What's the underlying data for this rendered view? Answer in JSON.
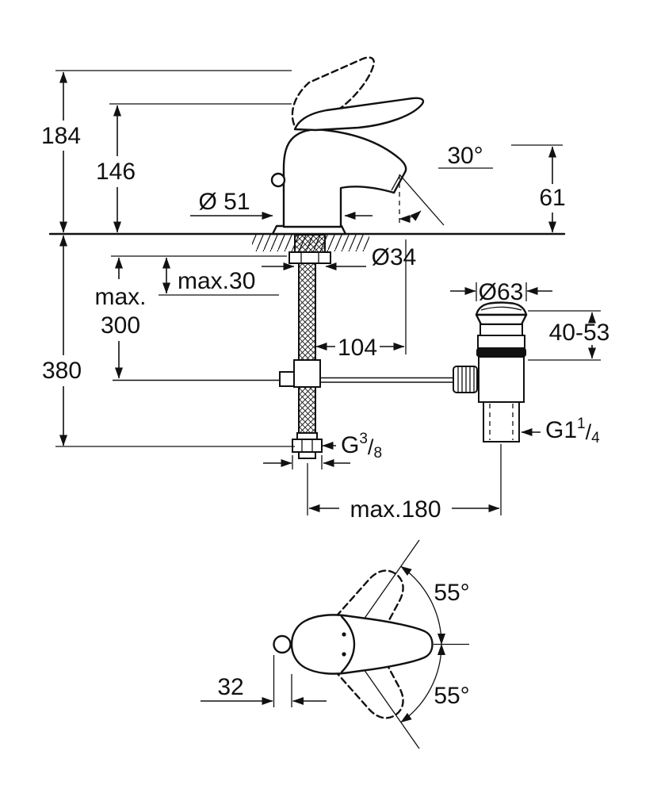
{
  "drawing": {
    "kind": "faucet-installation-dimension-drawing",
    "line_color": "#111111",
    "background": "#ffffff"
  },
  "side_view": {
    "height_total": "184",
    "height_to_handle": "146",
    "base_diameter": "Ø 51",
    "spout_angle": "30°",
    "spout_height": "61",
    "hole_diameter": "Ø34",
    "deck_thickness": "max.30",
    "hose_length_prefix": "max.",
    "hose_length_value": "300",
    "depth_total": "380",
    "drain_flange_diameter": "Ø63",
    "drain_height_range": "40-53",
    "spout_reach": "104",
    "hose_thread": {
      "base": "G",
      "numerator": "3",
      "slash": "/",
      "denominator": "8"
    },
    "drain_thread": {
      "base": "G1",
      "numerator": "1",
      "slash": "/",
      "denominator": "4"
    },
    "max_span": "max.180"
  },
  "top_view": {
    "handle_swivel_up": "55°",
    "handle_swivel_down": "55°",
    "knob_projection": "32"
  }
}
